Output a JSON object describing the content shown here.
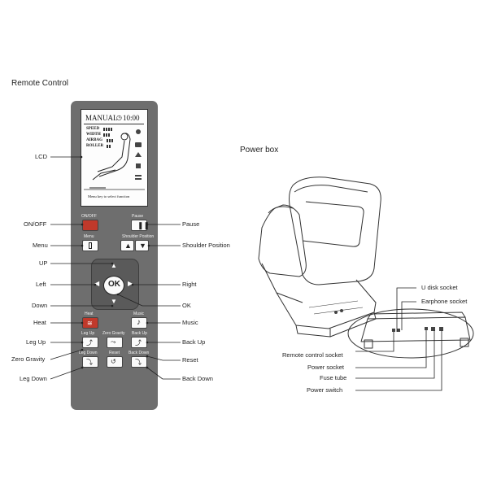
{
  "remote": {
    "title": "Remote Control",
    "lcd": {
      "mode": "MANUAL",
      "time": "10:00",
      "rows": [
        "SPEED",
        "WIDTH",
        "AIRBAG",
        "ROLLER"
      ],
      "hint": "Menu key to select function"
    },
    "buttons": {
      "on_off": "ON/OFF",
      "pause": "Pause",
      "menu": "Menu",
      "shoulder_position": "Shoulder Position",
      "ok": "OK",
      "heat": "Heat",
      "music": "Music",
      "leg_up": "Leg Up",
      "zero_gravity": "Zero Gravity",
      "back_up": "Back Up",
      "leg_down": "Leg Down",
      "reset": "Reset",
      "back_down": "Back Down"
    },
    "callouts": {
      "lcd": "LCD",
      "on_off": "ON/OFF",
      "pause": "Pause",
      "menu": "Menu",
      "shoulder_position": "Shoulder Position",
      "up": "UP",
      "left": "Left",
      "right": "Right",
      "down": "Down",
      "ok": "OK",
      "heat": "Heat",
      "music": "Music",
      "leg_up": "Leg Up",
      "back_up": "Back Up",
      "zero_gravity": "Zero Gravity",
      "reset": "Reset",
      "leg_down": "Leg Down",
      "back_down": "Back Down"
    }
  },
  "power_box": {
    "title": "Power box",
    "callouts": {
      "u_disk_socket": "U disk socket",
      "earphone_socket": "Earphone socket",
      "remote_control_socket": "Remote control socket",
      "power_socket": "Power socket",
      "fuse_tube": "Fuse tube",
      "power_switch": "Power switch"
    }
  },
  "colors": {
    "remote_body": "#6e6e6e",
    "on_off_red": "#c0392b",
    "heat_red": "#c0392b",
    "line": "#222222"
  }
}
